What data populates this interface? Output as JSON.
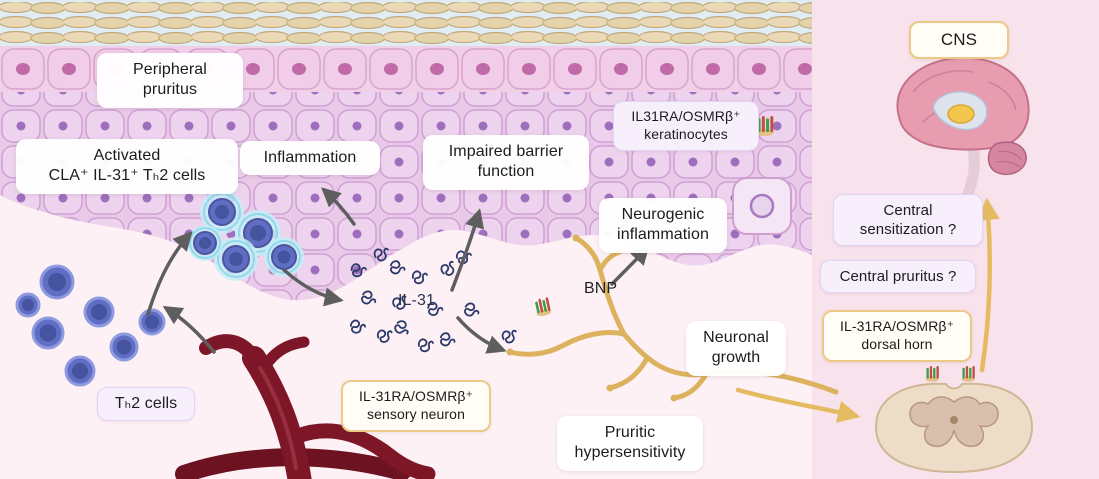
{
  "diagram": {
    "skin": {
      "peripheral_pruritus": "Peripheral\npruritus",
      "activated_th2": "Activated\nCLA⁺ IL-31⁺ Tₕ2 cells",
      "inflammation": "Inflammation",
      "impaired_barrier": "Impaired barrier\nfunction",
      "keratinocytes": "IL31RA/OSMRβ⁺\nkeratinocytes",
      "neurogenic_inflammation": "Neurogenic\ninflammation",
      "il31": "IL-31",
      "bnp": "BNP",
      "th2_cells": "Tₕ2 cells",
      "sensory_neuron": "IL-31RA/OSMRβ⁺\nsensory neuron",
      "neuronal_growth": "Neuronal\ngrowth",
      "pruritic_hypersensitivity": "Pruritic\nhypersensitivity"
    },
    "cns_panel": {
      "cns": "CNS",
      "central_sensitization": "Central\nsensitization ?",
      "central_pruritus": "Central pruritus ?",
      "dorsal_horn": "IL-31RA/OSMRβ⁺\ndorsal horn"
    },
    "colors": {
      "gold_accent": "#ecc987",
      "lavender_bg": "#f7f0fc",
      "vessel_red": "#7d1728",
      "cell_blue": "#5f6ec2",
      "neuron_gold": "#dcb25e",
      "arrow_gray": "#5e5e5e"
    }
  }
}
